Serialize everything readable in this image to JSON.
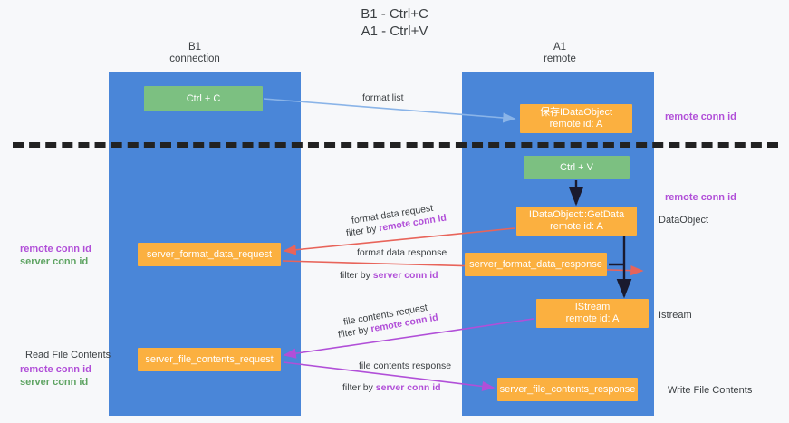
{
  "title": {
    "line1": "B1 - Ctrl+C",
    "line2": "A1 - Ctrl+V"
  },
  "columns": [
    {
      "name": "B1",
      "sub": "connection"
    },
    {
      "name": "A1",
      "sub": "remote"
    }
  ],
  "boxes": {
    "ctrl_c": "Ctrl + C",
    "ctrl_v": "Ctrl + V",
    "idataobject_title": "保存IDataObject",
    "idataobject_sub": "remote id: A",
    "getdata_title": "IDataObject::GetData",
    "getdata_sub": "remote id: A",
    "istream_title": "IStream",
    "istream_sub": "remote id: A",
    "server_format_data_request": "server_format_data_request",
    "server_format_data_response": "server_format_data_response",
    "server_file_contents_request": "server_file_contents_request",
    "server_file_contents_response": "server_file_contents_response"
  },
  "edge_labels": {
    "format_list": "format list",
    "format_data_request": "format data request",
    "format_data_request_filter_prefix": "filter by ",
    "format_data_request_filter_key": "remote conn id",
    "format_data_response": "format data response",
    "format_data_response_filter_prefix": "filter by ",
    "format_data_response_filter_key": "server conn id",
    "file_contents_request": "file contents request",
    "file_contents_request_filter_prefix": "filter by ",
    "file_contents_request_filter_key": "remote conn id",
    "file_contents_response": "file contents response",
    "file_contents_response_filter_prefix": "filter by ",
    "file_contents_response_filter_key": "server conn id"
  },
  "annotations": {
    "right_remote_conn_id_top": "remote conn id",
    "right_remote_conn_id_mid": "remote conn id",
    "dataobject": "DataObject",
    "istream": "Istream",
    "write_file_contents": "Write File Contents",
    "read_file_contents": "Read File Contents",
    "left_remote_conn_id_top": "remote conn id",
    "left_server_conn_id_top": "server conn id",
    "left_remote_conn_id_bottom": "remote conn id",
    "left_server_conn_id_bottom": "server conn id"
  },
  "colors": {
    "lane": "#4a86d8",
    "green_box": "#7cc081",
    "orange_box": "#fbb040",
    "remote_key": "#b14fd8",
    "server_key": "#5fa463",
    "arrow_blue": "#8ab4e8",
    "arrow_red": "#e8645a",
    "arrow_purple": "#b14fd8",
    "arrow_black": "#1a1a2e",
    "separator": "#222222",
    "background": "#f7f8fa"
  }
}
